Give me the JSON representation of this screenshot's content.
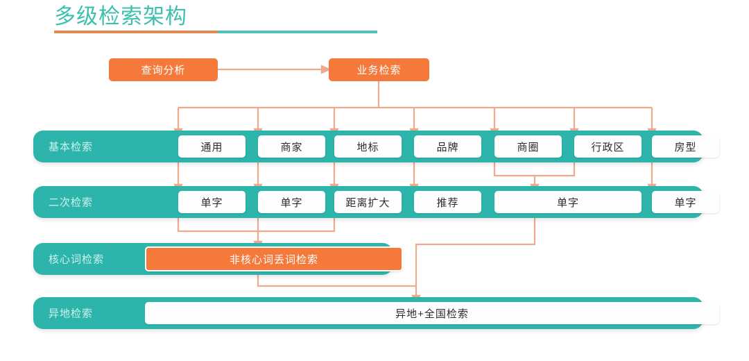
{
  "title": "多级检索架构",
  "colors": {
    "teal": "#2DB5AB",
    "orange": "#F4793B",
    "connector": "#F0A98C",
    "title_text": "#3FBFAE",
    "rule_left": "#E08A52",
    "rule_right": "#4FC1B5"
  },
  "top_nodes": [
    {
      "label": "查询分析",
      "name": "node-query-analysis"
    },
    {
      "label": "业务检索",
      "name": "node-business-search"
    }
  ],
  "rows": [
    {
      "name": "row-basic-search",
      "label": "基本检索",
      "cells": [
        {
          "label": "通用"
        },
        {
          "label": "商家"
        },
        {
          "label": "地标"
        },
        {
          "label": "品牌"
        },
        {
          "label": "商圈"
        },
        {
          "label": "行政区"
        },
        {
          "label": "房型"
        }
      ]
    },
    {
      "name": "row-secondary-search",
      "label": "二次检索",
      "cells": [
        {
          "label": "单字"
        },
        {
          "label": "单字"
        },
        {
          "label": "距离扩大"
        },
        {
          "label": "推荐"
        },
        {
          "label": "单字"
        },
        {
          "label": "单字"
        }
      ]
    },
    {
      "name": "row-core-word-search",
      "label": "核心词检索",
      "cells": [
        {
          "label": "非核心词丢词检索",
          "style": "orange"
        }
      ]
    },
    {
      "name": "row-remote-search",
      "label": "异地检索",
      "cells": [
        {
          "label": "异地+全国检索"
        }
      ]
    }
  ]
}
